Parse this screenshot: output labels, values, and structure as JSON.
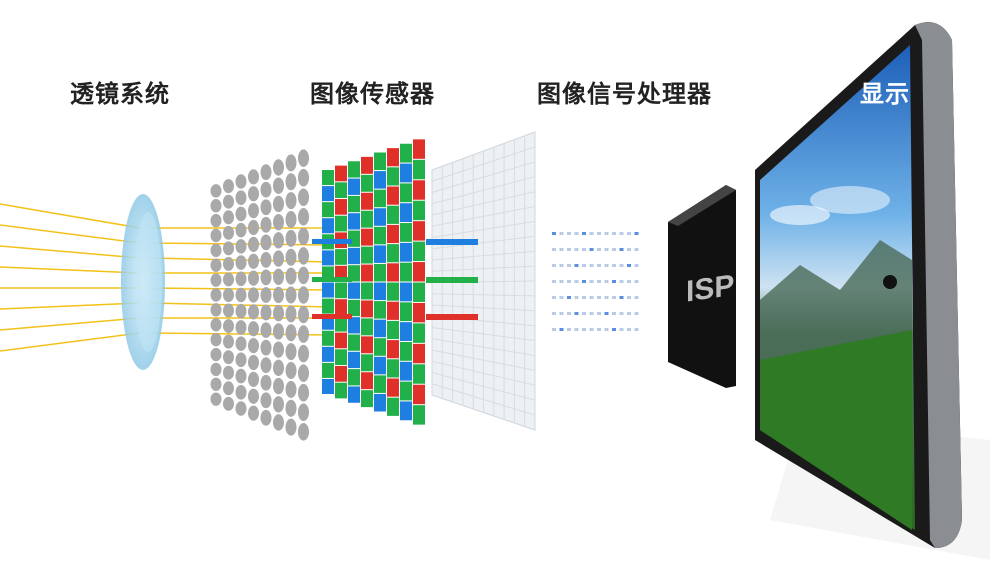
{
  "labels": {
    "lens": "透镜系统",
    "sensor": "图像传感器",
    "isp": "图像信号处理器",
    "display": "显示"
  },
  "chip_text": "ISP",
  "colors": {
    "red": "#e0302a",
    "green": "#22b04a",
    "blue": "#1e7fe0",
    "ray": "#f2c21a"
  }
}
